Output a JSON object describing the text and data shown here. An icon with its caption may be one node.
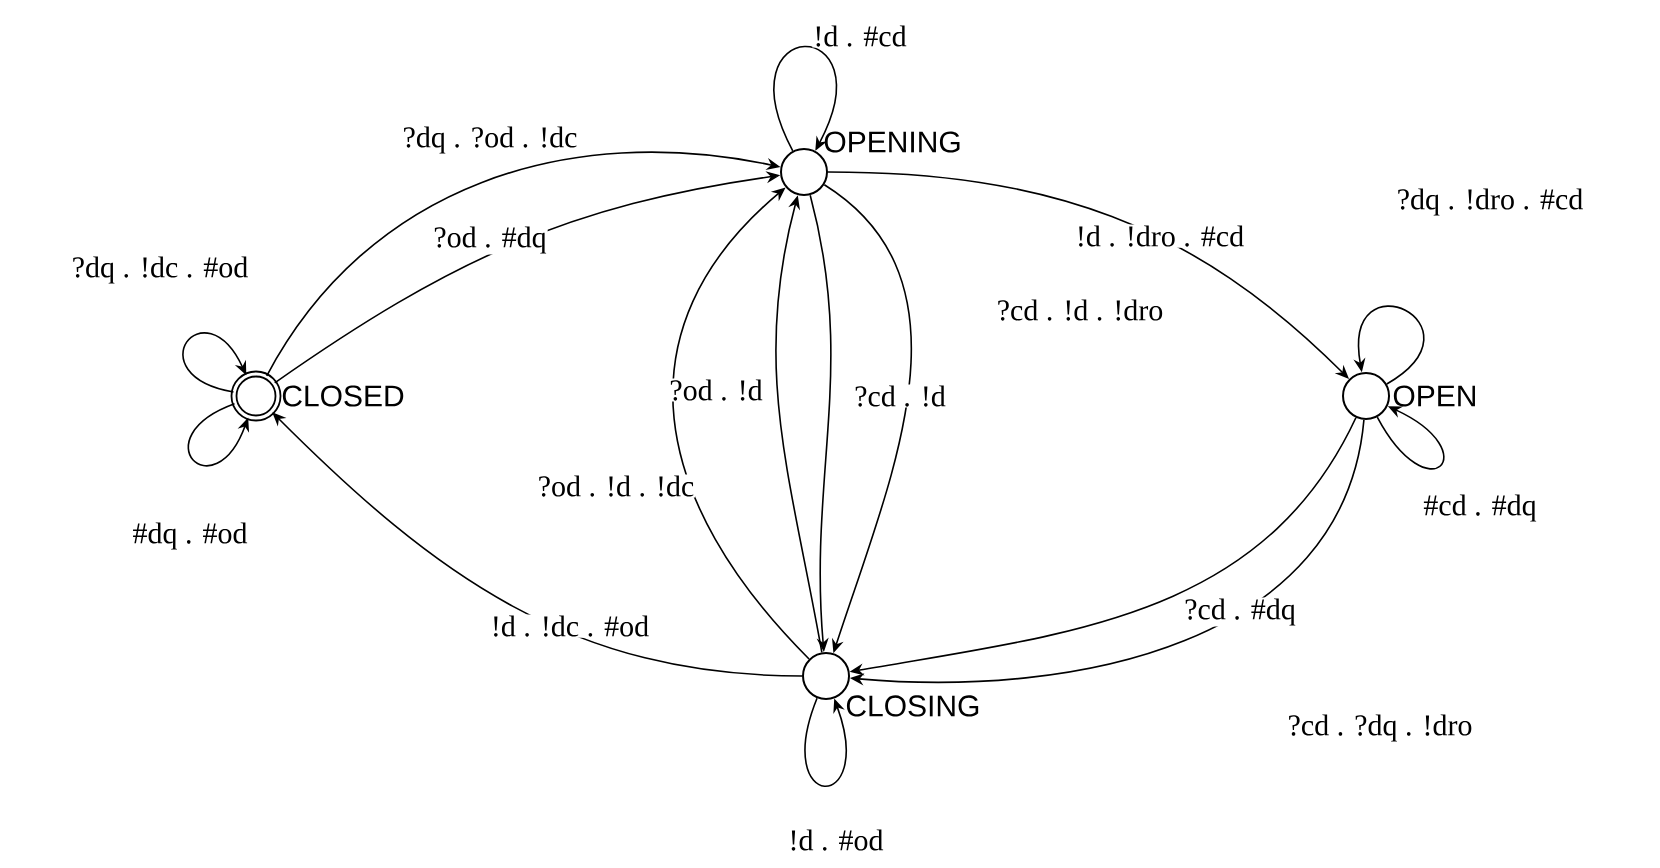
{
  "diagram": {
    "nodes": [
      {
        "text": [
          "CLOSED"
        ]
      },
      {
        "text": [
          "OPENING"
        ]
      },
      {
        "text": [
          "OPEN"
        ]
      },
      {
        "text": [
          "CLOSING"
        ]
      }
    ],
    "edges": [
      {
        "from": 0,
        "to": 1,
        "arrow": "to",
        "label": "?dq . ?od . !dc"
      },
      {
        "from": 0,
        "to": 1,
        "arrow": "to",
        "label": "?od . #dq"
      },
      {
        "from": 0,
        "to": 0,
        "arrow": "to",
        "label": "?dq . !dc . #od"
      },
      {
        "from": 0,
        "to": 0,
        "arrow": "to",
        "label": "#dq . #od"
      },
      {
        "from": 1,
        "to": 1,
        "arrow": "to",
        "label": "!d . #cd"
      },
      {
        "from": 1,
        "to": 2,
        "arrow": "to",
        "label": "!d . !dro . #cd"
      },
      {
        "from": 1,
        "to": 3,
        "arrow": "to",
        "label": "?cd . !d . !dro"
      },
      {
        "from": 1,
        "to": 3,
        "arrow": "to",
        "label": "?cd . !d"
      },
      {
        "from": 3,
        "to": 1,
        "arrow": "to",
        "label": "?od . !d"
      },
      {
        "from": 3,
        "to": 1,
        "arrow": "to",
        "label": "?od . !d . !dc"
      },
      {
        "from": 3,
        "to": 0,
        "arrow": "to",
        "label": "!d . !dc . #od"
      },
      {
        "from": 2,
        "to": 2,
        "arrow": "to",
        "label": "?dq . !dro . #cd"
      },
      {
        "from": 2,
        "to": 2,
        "arrow": "to",
        "label": "#cd . #dq"
      },
      {
        "from": 2,
        "to": 3,
        "arrow": "to",
        "label": "?cd . #dq"
      },
      {
        "from": 2,
        "to": 3,
        "arrow": "to",
        "label": "?cd . ?dq . !dro"
      },
      {
        "from": 3,
        "to": 3,
        "arrow": "to",
        "label": "!d . #od"
      }
    ]
  }
}
